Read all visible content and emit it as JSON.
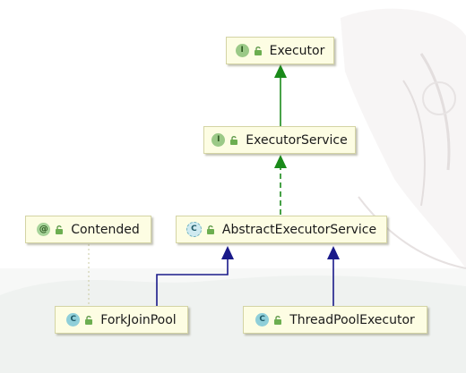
{
  "diagram": {
    "nodes": [
      {
        "id": "executor",
        "label": "Executor",
        "kind": "I",
        "kind_icon": "interface-icon",
        "access_icon": "public-unlocked-icon"
      },
      {
        "id": "executor-service",
        "label": "ExecutorService",
        "kind": "I",
        "kind_icon": "interface-icon",
        "access_icon": "public-unlocked-icon"
      },
      {
        "id": "contended",
        "label": "Contended",
        "kind": "@",
        "kind_icon": "annotation-icon",
        "access_icon": "public-unlocked-icon"
      },
      {
        "id": "abstract-executor-service",
        "label": "AbstractExecutorService",
        "kind": "C",
        "kind_icon": "abstract-class-icon",
        "access_icon": "public-unlocked-icon"
      },
      {
        "id": "fork-join-pool",
        "label": "ForkJoinPool",
        "kind": "C",
        "kind_icon": "class-icon",
        "access_icon": "public-unlocked-icon"
      },
      {
        "id": "thread-pool-executor",
        "label": "ThreadPoolExecutor",
        "kind": "C",
        "kind_icon": "class-icon",
        "access_icon": "public-unlocked-icon"
      }
    ],
    "edges": [
      {
        "from": "executor-service",
        "to": "executor",
        "relation": "extends-interface",
        "style": "solid",
        "color": "#1a8a1a"
      },
      {
        "from": "abstract-executor-service",
        "to": "executor-service",
        "relation": "implements",
        "style": "dashed",
        "color": "#1a8a1a"
      },
      {
        "from": "fork-join-pool",
        "to": "abstract-executor-service",
        "relation": "extends",
        "style": "solid",
        "color": "#1a1a8a"
      },
      {
        "from": "thread-pool-executor",
        "to": "abstract-executor-service",
        "relation": "extends",
        "style": "solid",
        "color": "#1a1a8a"
      },
      {
        "from": "fork-join-pool",
        "to": "contended",
        "relation": "annotated-with",
        "style": "dotted",
        "color": "#c8c8a0"
      }
    ]
  },
  "colors": {
    "node_fill": "#fdfde3",
    "node_border": "#d4d4a4",
    "interface_badge": "#9bc987",
    "class_badge": "#8fcfd9",
    "inheritance_green": "#1a8a1a",
    "inheritance_blue": "#1a1a8a"
  }
}
